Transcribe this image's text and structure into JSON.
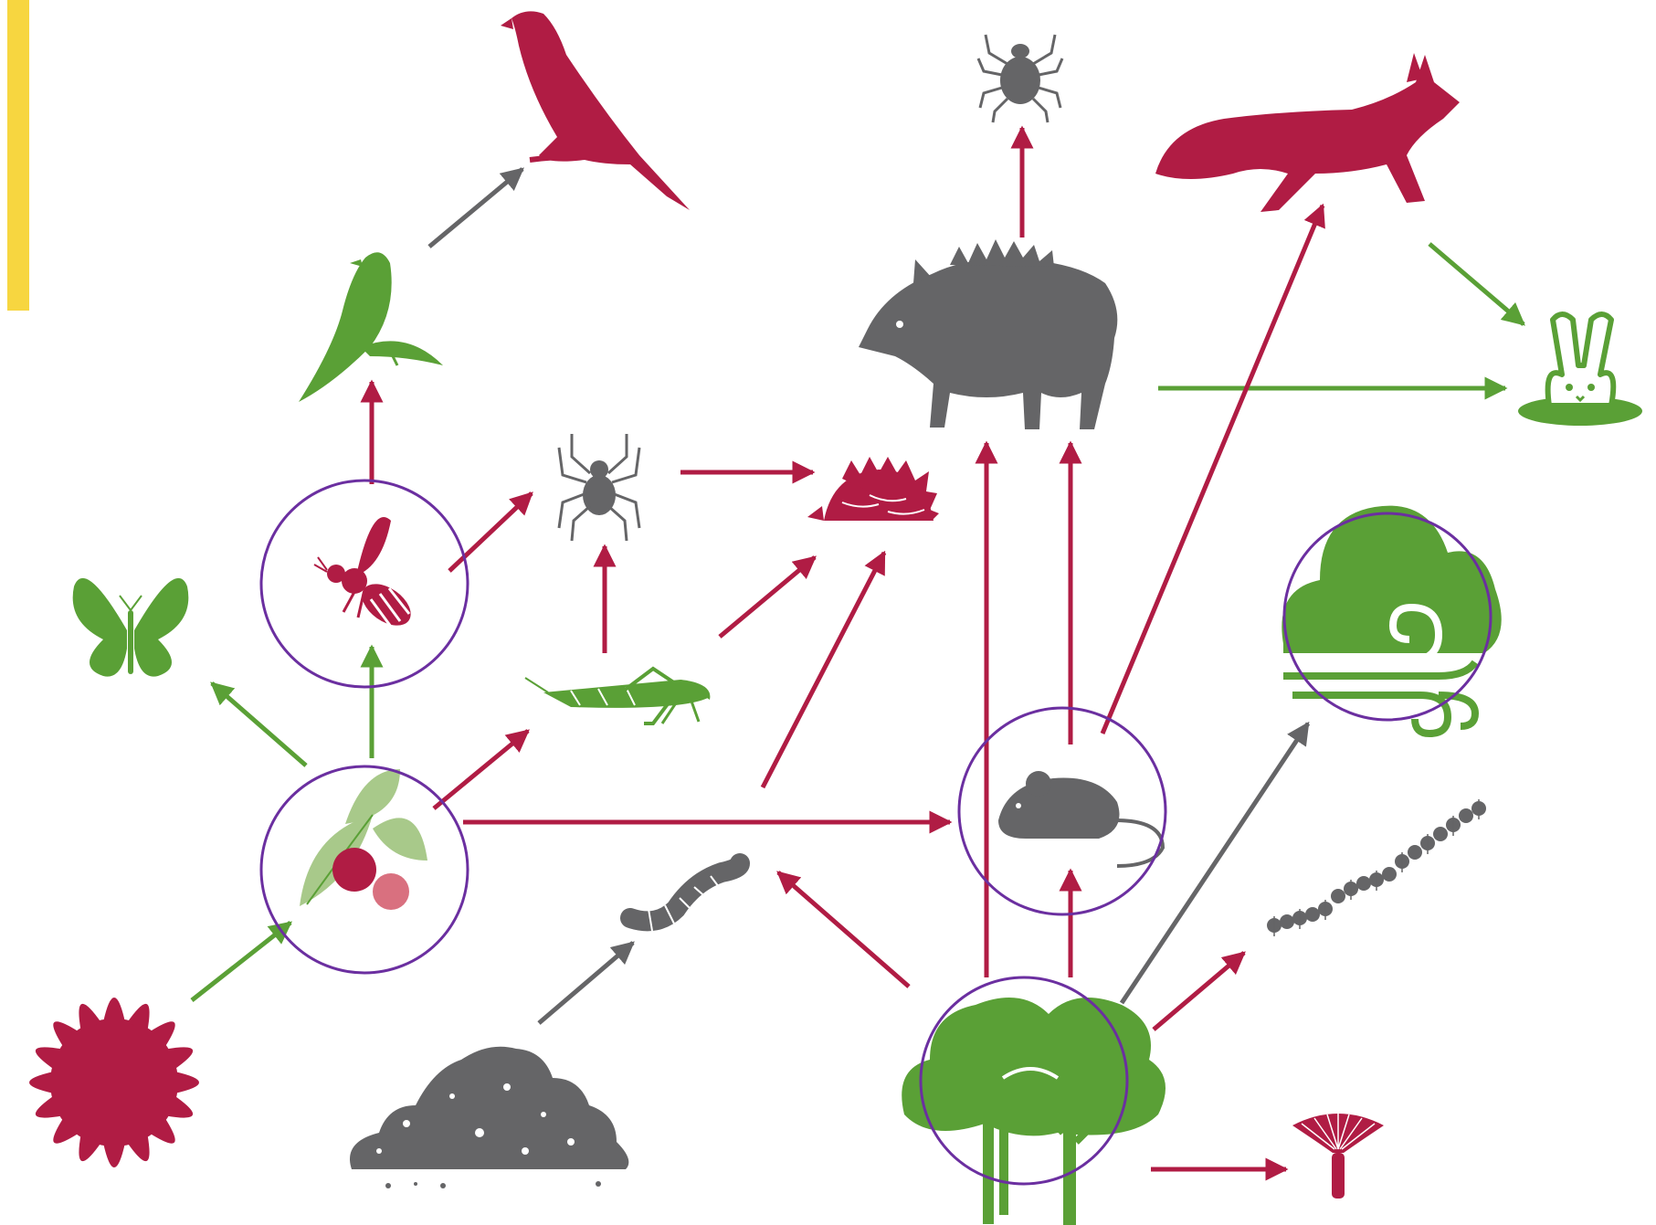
{
  "colors": {
    "primary": "#b01c44",
    "secondary": "#5aa036",
    "neutral": "#656567",
    "light_leaf": "#a8c98a",
    "highlight_circle": "#6b2fa0",
    "accent_bar": "#f7d640"
  },
  "nodes": [
    {
      "id": "sun",
      "icon": "sun-icon"
    },
    {
      "id": "plant-berries",
      "icon": "plant-berries-icon",
      "highlighted": true
    },
    {
      "id": "butterfly",
      "icon": "butterfly-icon"
    },
    {
      "id": "bee",
      "icon": "bee-icon",
      "highlighted": true
    },
    {
      "id": "songbird",
      "icon": "songbird-icon"
    },
    {
      "id": "falcon",
      "icon": "falcon-icon"
    },
    {
      "id": "spider",
      "icon": "spider-icon"
    },
    {
      "id": "grasshopper",
      "icon": "grasshopper-icon"
    },
    {
      "id": "hedgehog",
      "icon": "hedgehog-icon"
    },
    {
      "id": "boar",
      "icon": "wild-boar-icon"
    },
    {
      "id": "tick",
      "icon": "tick-icon"
    },
    {
      "id": "fox",
      "icon": "fox-icon"
    },
    {
      "id": "rabbit",
      "icon": "rabbit-icon"
    },
    {
      "id": "climate",
      "icon": "cloud-wind-icon",
      "highlighted": true
    },
    {
      "id": "mouse",
      "icon": "mouse-icon",
      "highlighted": true
    },
    {
      "id": "worm",
      "icon": "worm-icon"
    },
    {
      "id": "soil",
      "icon": "soil-pile-icon"
    },
    {
      "id": "trees",
      "icon": "trees-icon",
      "highlighted": true
    },
    {
      "id": "caterpillar",
      "icon": "caterpillar-icon"
    },
    {
      "id": "mushroom",
      "icon": "mushroom-icon"
    }
  ],
  "edges": [
    {
      "from": "sun",
      "to": "plant-berries",
      "color": "secondary"
    },
    {
      "from": "plant-berries",
      "to": "butterfly",
      "color": "secondary"
    },
    {
      "from": "plant-berries",
      "to": "bee",
      "color": "secondary"
    },
    {
      "from": "plant-berries",
      "to": "grasshopper",
      "color": "primary"
    },
    {
      "from": "plant-berries",
      "to": "hedgehog",
      "color": "primary"
    },
    {
      "from": "plant-berries",
      "to": "mouse",
      "color": "primary"
    },
    {
      "from": "bee",
      "to": "songbird",
      "color": "primary"
    },
    {
      "from": "bee",
      "to": "spider",
      "color": "primary"
    },
    {
      "from": "songbird",
      "to": "falcon",
      "color": "neutral"
    },
    {
      "from": "spider",
      "to": "hedgehog",
      "color": "primary"
    },
    {
      "from": "grasshopper",
      "to": "spider",
      "color": "primary"
    },
    {
      "from": "grasshopper",
      "to": "hedgehog",
      "color": "primary"
    },
    {
      "from": "boar",
      "to": "tick",
      "color": "primary"
    },
    {
      "from": "boar",
      "to": "rabbit",
      "color": "secondary"
    },
    {
      "from": "fox",
      "to": "rabbit",
      "color": "secondary"
    },
    {
      "from": "mouse",
      "to": "boar",
      "color": "primary"
    },
    {
      "from": "mouse",
      "to": "fox",
      "color": "primary"
    },
    {
      "from": "soil",
      "to": "worm",
      "color": "neutral"
    },
    {
      "from": "trees",
      "to": "worm",
      "color": "primary"
    },
    {
      "from": "trees",
      "to": "boar",
      "color": "primary"
    },
    {
      "from": "trees",
      "to": "mouse",
      "color": "primary"
    },
    {
      "from": "trees",
      "to": "climate",
      "color": "neutral"
    },
    {
      "from": "trees",
      "to": "caterpillar",
      "color": "primary"
    },
    {
      "from": "trees",
      "to": "mushroom",
      "color": "primary"
    }
  ]
}
